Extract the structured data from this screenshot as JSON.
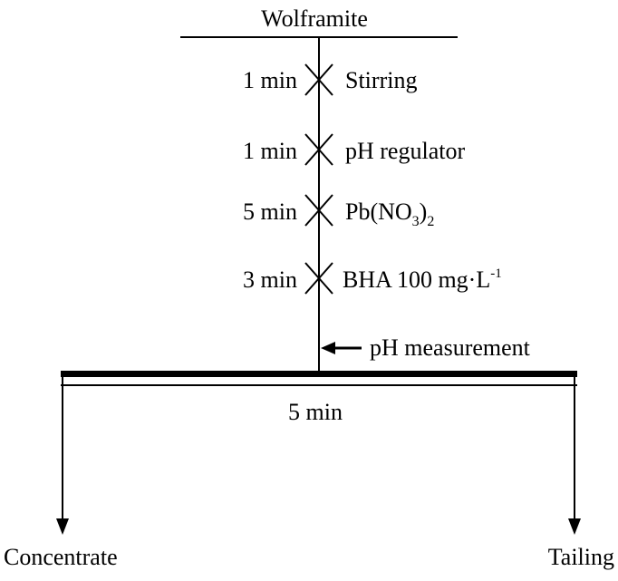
{
  "feed": "Wolframite",
  "steps": [
    {
      "time": "1 min",
      "label": "Stirring"
    },
    {
      "time": "1 min",
      "label": "pH regulator"
    },
    {
      "time": "5 min",
      "label_main": "Pb(NO",
      "label_sub1": "3",
      "label_close": ")",
      "label_sub2": "2"
    },
    {
      "time": "3 min",
      "label_main": "BHA 100 mg·L",
      "label_sup": "-1"
    }
  ],
  "measurement": "pH measurement",
  "flotation_time": "5 min",
  "outputs": {
    "concentrate": "Concentrate",
    "tailing": "Tailing"
  }
}
